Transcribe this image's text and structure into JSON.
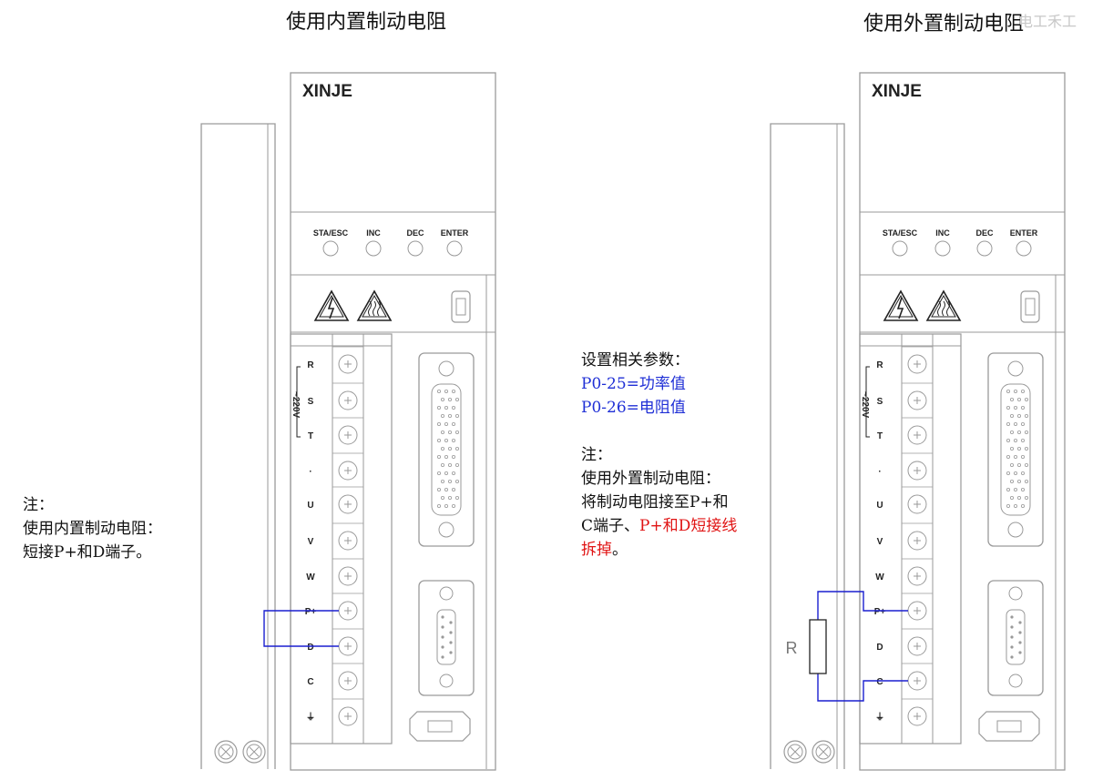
{
  "left": {
    "title": "使用内置制动电阻",
    "note": [
      "注：",
      "使用内置制动电阻：",
      "短接P+和D端子。"
    ]
  },
  "right": {
    "title": "使用外置制动电阻",
    "resistor_label": "R"
  },
  "middle": {
    "heading": "设置相关参数：",
    "params": [
      "P0-25=功率值",
      "P0-26=电阻值"
    ],
    "note_title": "注：",
    "note_line1": "使用外置制动电阻：",
    "note_line2": "将制动电阻接至P+和",
    "note_line3_black": "C端子、",
    "note_line3_red": "P+和D短接线",
    "note_line4_red": "拆掉",
    "note_line4_black": "。"
  },
  "device": {
    "brand": "XINJE",
    "keys": [
      "STA/ESC",
      "INC",
      "DEC",
      "ENTER"
    ],
    "voltage": "~220V",
    "terminals": [
      "R",
      "S",
      "T",
      "·",
      "U",
      "V",
      "W",
      "P+",
      "D",
      "C",
      "⏚"
    ]
  },
  "watermark": "电工禾工",
  "colors": {
    "wire": "#1a1fcf",
    "params": "#1f2fd6",
    "warning": "#e01313"
  }
}
